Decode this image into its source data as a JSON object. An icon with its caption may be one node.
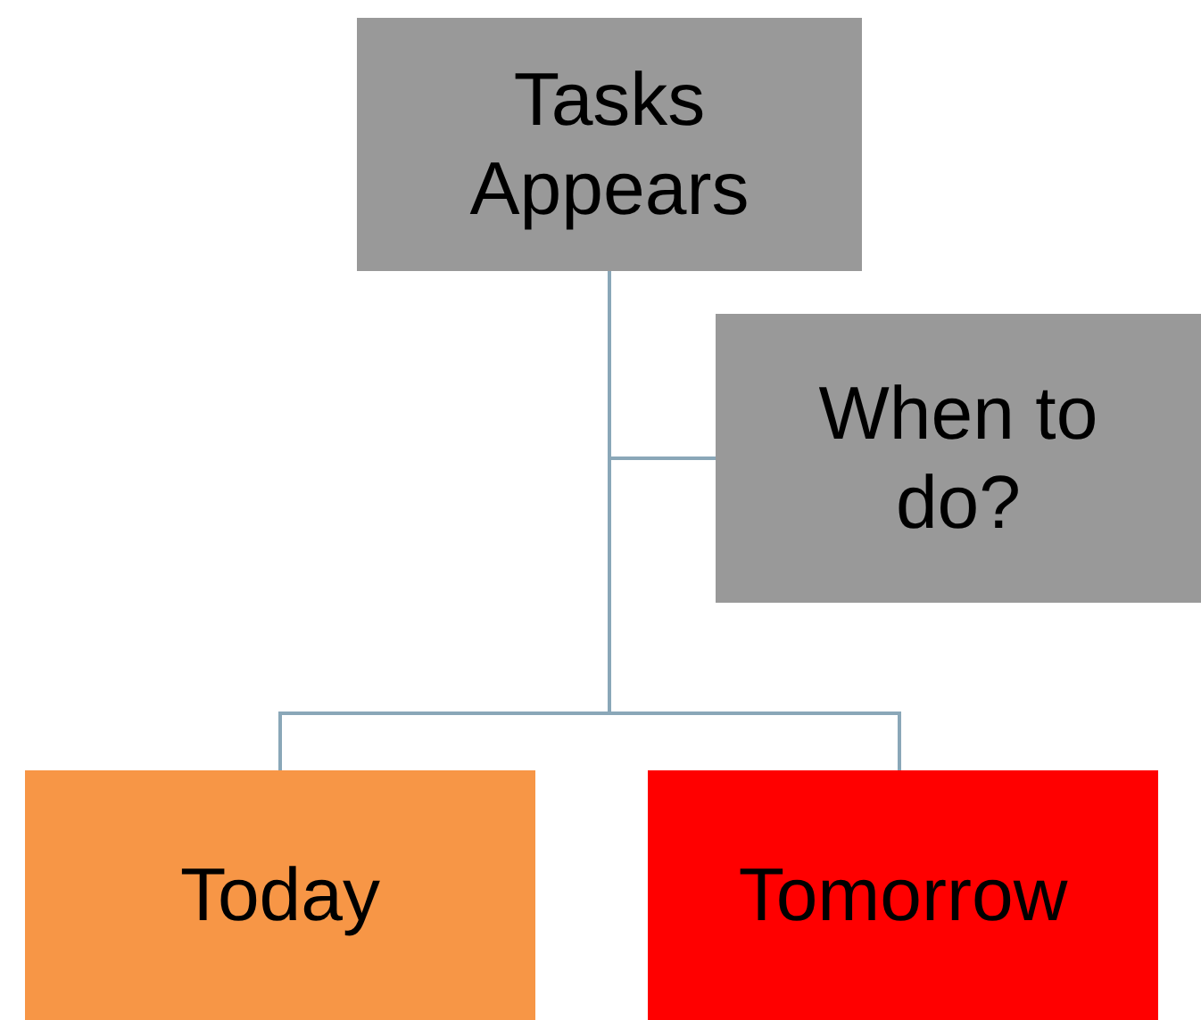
{
  "diagram": {
    "nodes": [
      {
        "text": [
          "Tasks Appears"
        ]
      },
      {
        "text": [
          "When to do?"
        ]
      },
      {
        "text": [
          "Today"
        ]
      },
      {
        "text": [
          "Tomorrow"
        ]
      }
    ],
    "edges": [
      {
        "from": 0,
        "to": 1,
        "arrow": "none"
      },
      {
        "from": 0,
        "to": 2,
        "arrow": "none"
      },
      {
        "from": 0,
        "to": 3,
        "arrow": "none"
      }
    ]
  }
}
